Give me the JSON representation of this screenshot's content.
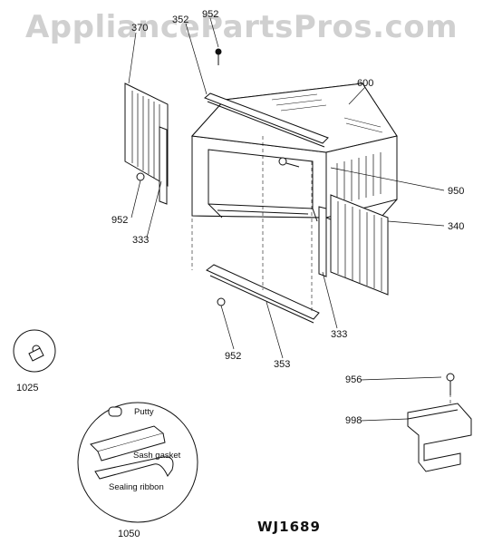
{
  "watermark": "AppliancePartsPros.com",
  "callouts": {
    "c370": "370",
    "c352": "352",
    "c952_top": "952",
    "c600": "600",
    "c950": "950",
    "c340": "340",
    "c952_left": "952",
    "c333_left": "333",
    "c333_right": "333",
    "c952_bottom": "952",
    "c353": "353",
    "c1025": "1025",
    "c956": "956",
    "c998": "998",
    "c1050": "1050"
  },
  "kit_labels": {
    "putty": "Putty",
    "sash_gasket": "Sash gasket",
    "sealing_ribbon": "Sealing ribbon"
  },
  "model_number": "WJ1689"
}
